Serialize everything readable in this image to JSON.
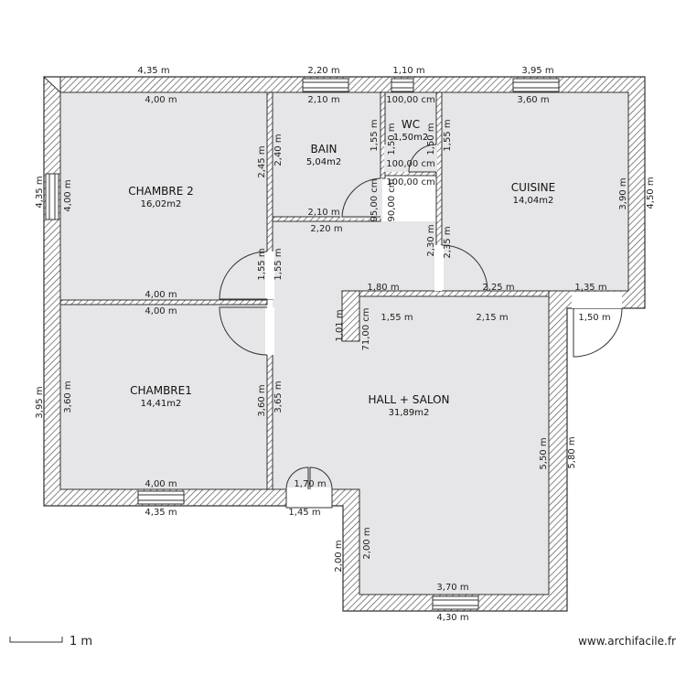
{
  "rooms": {
    "chambre2": {
      "name": "CHAMBRE 2",
      "area": "16,02m2"
    },
    "chambre1": {
      "name": "CHAMBRE1",
      "area": "14,41m2"
    },
    "bain": {
      "name": "BAIN",
      "area": "5,04m2"
    },
    "wc": {
      "name": "WC",
      "area": "1,50m2"
    },
    "cuisine": {
      "name": "CUISINE",
      "area": "14,04m2"
    },
    "hall_salon": {
      "name": "HALL + SALON",
      "area": "31,89m2"
    }
  },
  "dims": {
    "top_outer_left": "4,35 m",
    "top_outer_bain": "2,20 m",
    "top_outer_wc": "1,10 m",
    "top_outer_right": "3,95 m",
    "top_inner_ch2": "4,00 m",
    "top_inner_bain": "2,10 m",
    "top_inner_wc": "100,00 cm",
    "top_inner_cuisine": "3,60 m",
    "left_outer_upper": "4,35 m",
    "left_inner_ch2": "4,00 m",
    "left_outer_lower": "3,95 m",
    "left_inner_ch1": "3,60 m",
    "ch2_right": "2,45 m",
    "bain_left": "2,40 m",
    "bain_right_a": "1,55 m",
    "wc_left": "1,50 m",
    "wc_right": "1,55 m",
    "wc_right2": "1,50 m",
    "wc_bottom": "100,00 cm",
    "wc_bottom_outer": "100,00 cm",
    "bain_door_v": "95,00 cm",
    "wc_door_v": "90,00 cm",
    "bain_bottom_inner": "2,10 m",
    "bain_bottom_outer": "2,20 m",
    "ch2_door_a": "1,55 m",
    "ch2_door_b": "1,55 m",
    "ch2_bottom": "4,00 m",
    "ch1_top": "4,00 m",
    "ch1_right": "3,60 m",
    "hall_left": "3,65 m",
    "ch1_bottom_inner": "4,00 m",
    "ch1_bottom_outer": "4,35 m",
    "cuisine_left_a": "2,30 m",
    "cuisine_left_b": "2,35 m",
    "cuisine_right_inner": "3,90 m",
    "cuisine_right_outer": "4,50 m",
    "cuisine_bottom_a": "1,80 m",
    "cuisine_bottom_b": "2,25 m",
    "cuisine_bottom_c": "1,35 m",
    "salon_top_a": "1,55 m",
    "salon_top_b": "2,15 m",
    "salon_top_c": "1,50 m",
    "salon_notch_a": "1,01 m",
    "salon_notch_b": "71,00 cm",
    "entry_top": "1,70 m",
    "entry_bottom": "1,45 m",
    "salon_right_inner": "5,50 m",
    "salon_right_outer": "5,80 m",
    "ext_left_outer": "2,00 m",
    "ext_left_inner": "2,00 m",
    "ext_bottom_inner": "3,70 m",
    "ext_bottom_outer": "4,30 m"
  },
  "footer": {
    "scale_label": "1 m",
    "watermark": "www.archifacile.fr"
  }
}
